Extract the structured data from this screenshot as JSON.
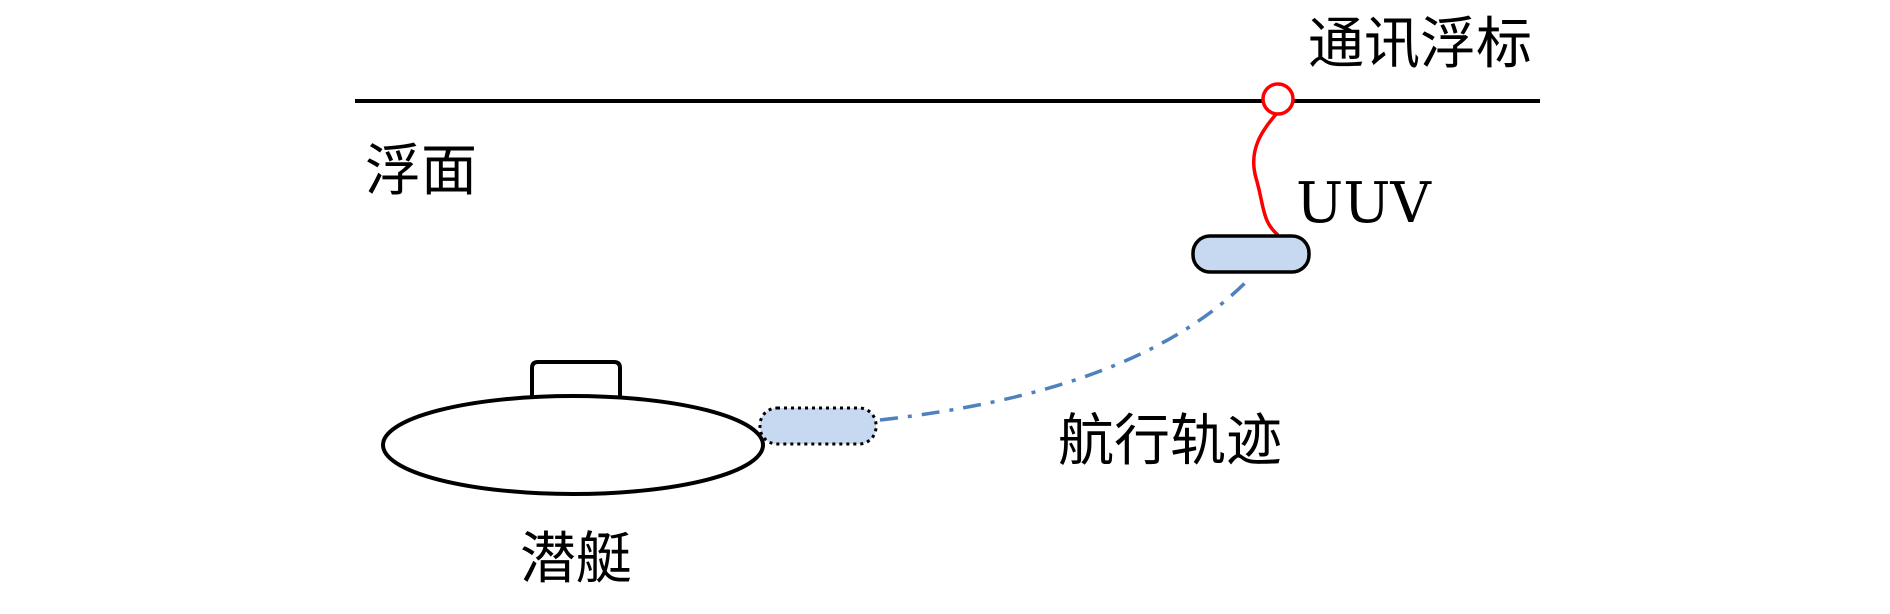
{
  "labels": {
    "buoy": "通讯浮标",
    "surface": "浮面",
    "uuv": "UUV",
    "trajectory": "航行轨迹",
    "submarine": "潜艇"
  },
  "colors": {
    "line": "#000000",
    "tether": "#ff0000",
    "buoy_stroke": "#ff0000",
    "buoy_fill": "#ffffff",
    "uuv_fill": "#c6d9f1",
    "trajectory": "#4f81bd",
    "background": "#ffffff"
  }
}
